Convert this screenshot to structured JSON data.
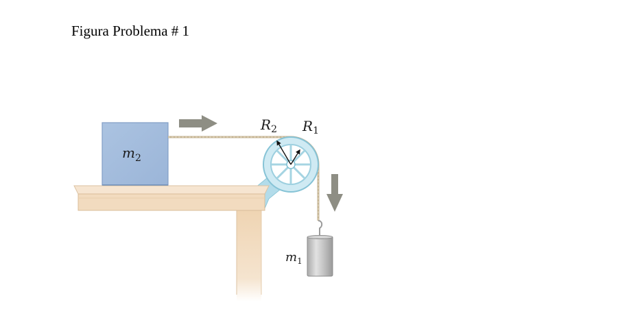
{
  "caption": "Figura Problema # 1",
  "labels": {
    "m2": {
      "base": "m",
      "sub": "2"
    },
    "m1": {
      "base": "m",
      "sub": "1"
    },
    "R2": {
      "base": "R",
      "sub": "2"
    },
    "R1": {
      "base": "R",
      "sub": "1"
    }
  },
  "colors": {
    "block": "#a6bfde",
    "block_edge": "#7f9dc4",
    "table_top": "#f3dcc0",
    "table_edge": "#d9bc99",
    "table_leg": "#f1d8b9",
    "pulley": "#c8e7f1",
    "pulley_edge": "#86c3d6",
    "rope": "#c7b79a",
    "arrow": "#8e8e84",
    "weight": "#c9c9c9"
  }
}
